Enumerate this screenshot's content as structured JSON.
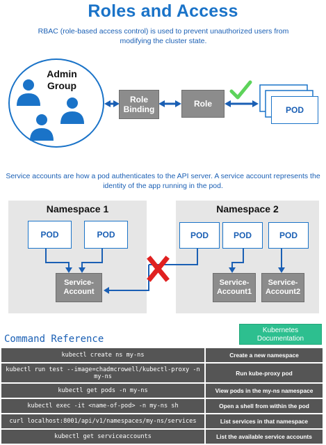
{
  "title": "Roles and Access",
  "rbac_intro": "RBAC (role-based access control) is used to prevent unauthorized users from modifying the cluster state.",
  "admin_group": "Admin Group",
  "role_binding": "Role Binding",
  "role": "Role",
  "pod_label": "POD",
  "sa_intro": "Service accounts are how a pod authenticates to the API server. A service account represents the identity of the app running in the pod.",
  "namespace1": {
    "title": "Namespace 1",
    "pods": [
      "POD",
      "POD"
    ],
    "service_account": "Service-\nAccount"
  },
  "namespace2": {
    "title": "Namespace 2",
    "pods": [
      "POD",
      "POD",
      "POD"
    ],
    "service_accounts": [
      "Service-\nAccount1",
      "Service-\nAccount2"
    ]
  },
  "command_reference": {
    "heading": "Command Reference",
    "docs_button": "Kubernetes Documentation",
    "rows": [
      {
        "command": "kubectl create ns my-ns",
        "description": "Create a new namespace"
      },
      {
        "command": "kubectl run test --image=chadmcrowell/kubectl-proxy -n my-ns",
        "description": "Run kube-proxy pod"
      },
      {
        "command": "kubectl get pods -n my-ns",
        "description": "View pods in the my-ns namespace"
      },
      {
        "command": "kubectl exec -it <name-of-pod> -n my-ns sh",
        "description": "Open a shell from within the pod"
      },
      {
        "command": "curl localhost:8001/api/v1/namespaces/my-ns/services",
        "description": "List services in that namespace"
      },
      {
        "command": "kubectl get serviceaccounts",
        "description": "List the available service accounts"
      }
    ]
  },
  "colors": {
    "accent_blue": "#1a73c8",
    "check_green": "#5dd35a",
    "deny_red": "#e02020",
    "docs_green": "#2dbf8f",
    "dark_cell": "#555555"
  }
}
